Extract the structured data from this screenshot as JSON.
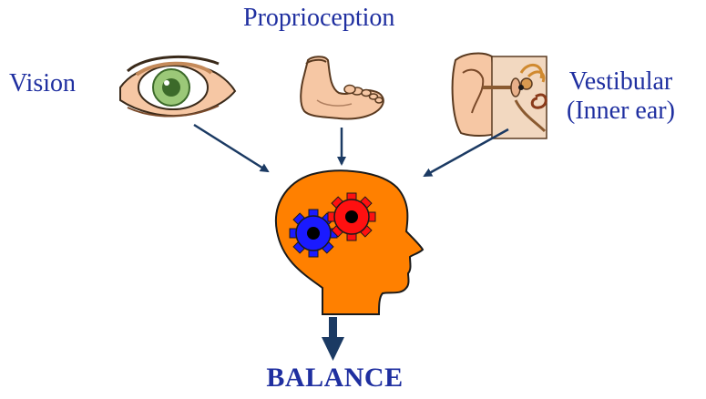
{
  "inputs": {
    "vision": {
      "label": "Vision",
      "icon": "eye-icon"
    },
    "proprioception": {
      "label": "Proprioception",
      "icon": "foot-icon"
    },
    "vestibular": {
      "label_line1": "Vestibular",
      "label_line2": "(Inner ear)",
      "icon": "inner-ear-icon"
    }
  },
  "center": {
    "icon": "head-with-gears-icon"
  },
  "output": {
    "label": "BALANCE"
  },
  "colors": {
    "text": "#1f2fa0",
    "arrow": "#1b3a63",
    "head": "#ff8000",
    "gear_blue": "#1a1aff",
    "gear_red": "#ff1010",
    "skin": "#f6c7a4"
  }
}
